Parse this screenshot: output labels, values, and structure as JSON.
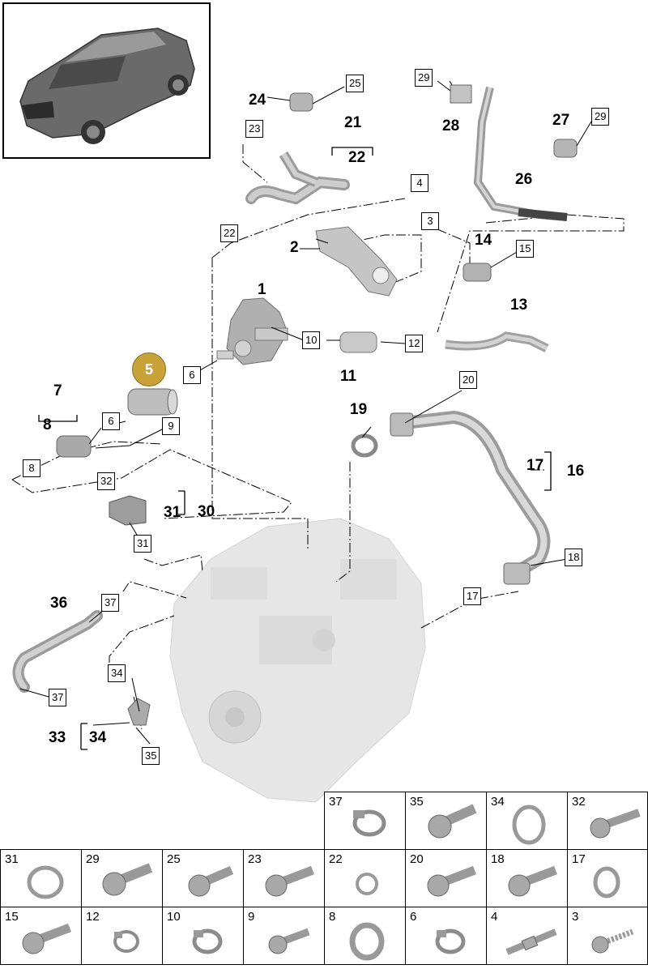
{
  "callouts": {
    "c1": "1",
    "c2": "2",
    "c3": "3",
    "c4": "4",
    "c5": "5",
    "c6a": "6",
    "c6b": "6",
    "c7": "7",
    "c8a": "8",
    "c8b": "8",
    "c9": "9",
    "c10": "10",
    "c11": "11",
    "c12": "12",
    "c13": "13",
    "c14": "14",
    "c15": "15",
    "c16": "16",
    "c17a": "17",
    "c17b": "17",
    "c18": "18",
    "c19": "19",
    "c20": "20",
    "c21": "21",
    "c22a": "22",
    "c22b": "22",
    "c23": "23",
    "c24": "24",
    "c25": "25",
    "c26": "26",
    "c27": "27",
    "c28": "28",
    "c29a": "29",
    "c29b": "29",
    "c30": "30",
    "c31a": "31",
    "c31b": "31",
    "c32": "32",
    "c33": "33",
    "c34a": "34",
    "c34b": "34",
    "c35": "35",
    "c36": "36",
    "c37a": "37",
    "c37b": "37"
  },
  "highlight": {
    "number": "5",
    "color": "#c9a23a"
  },
  "parts_table": {
    "row1": [
      "37",
      "35",
      "34",
      "32"
    ],
    "row2": [
      "31",
      "29",
      "25",
      "23",
      "22",
      "20",
      "18",
      "17"
    ],
    "row3": [
      "15",
      "12",
      "10",
      "9",
      "8",
      "6",
      "4",
      "3"
    ]
  },
  "colors": {
    "part_gray": "#b8b8b8",
    "engine_gray": "#e2e2e2",
    "line": "#000000"
  }
}
